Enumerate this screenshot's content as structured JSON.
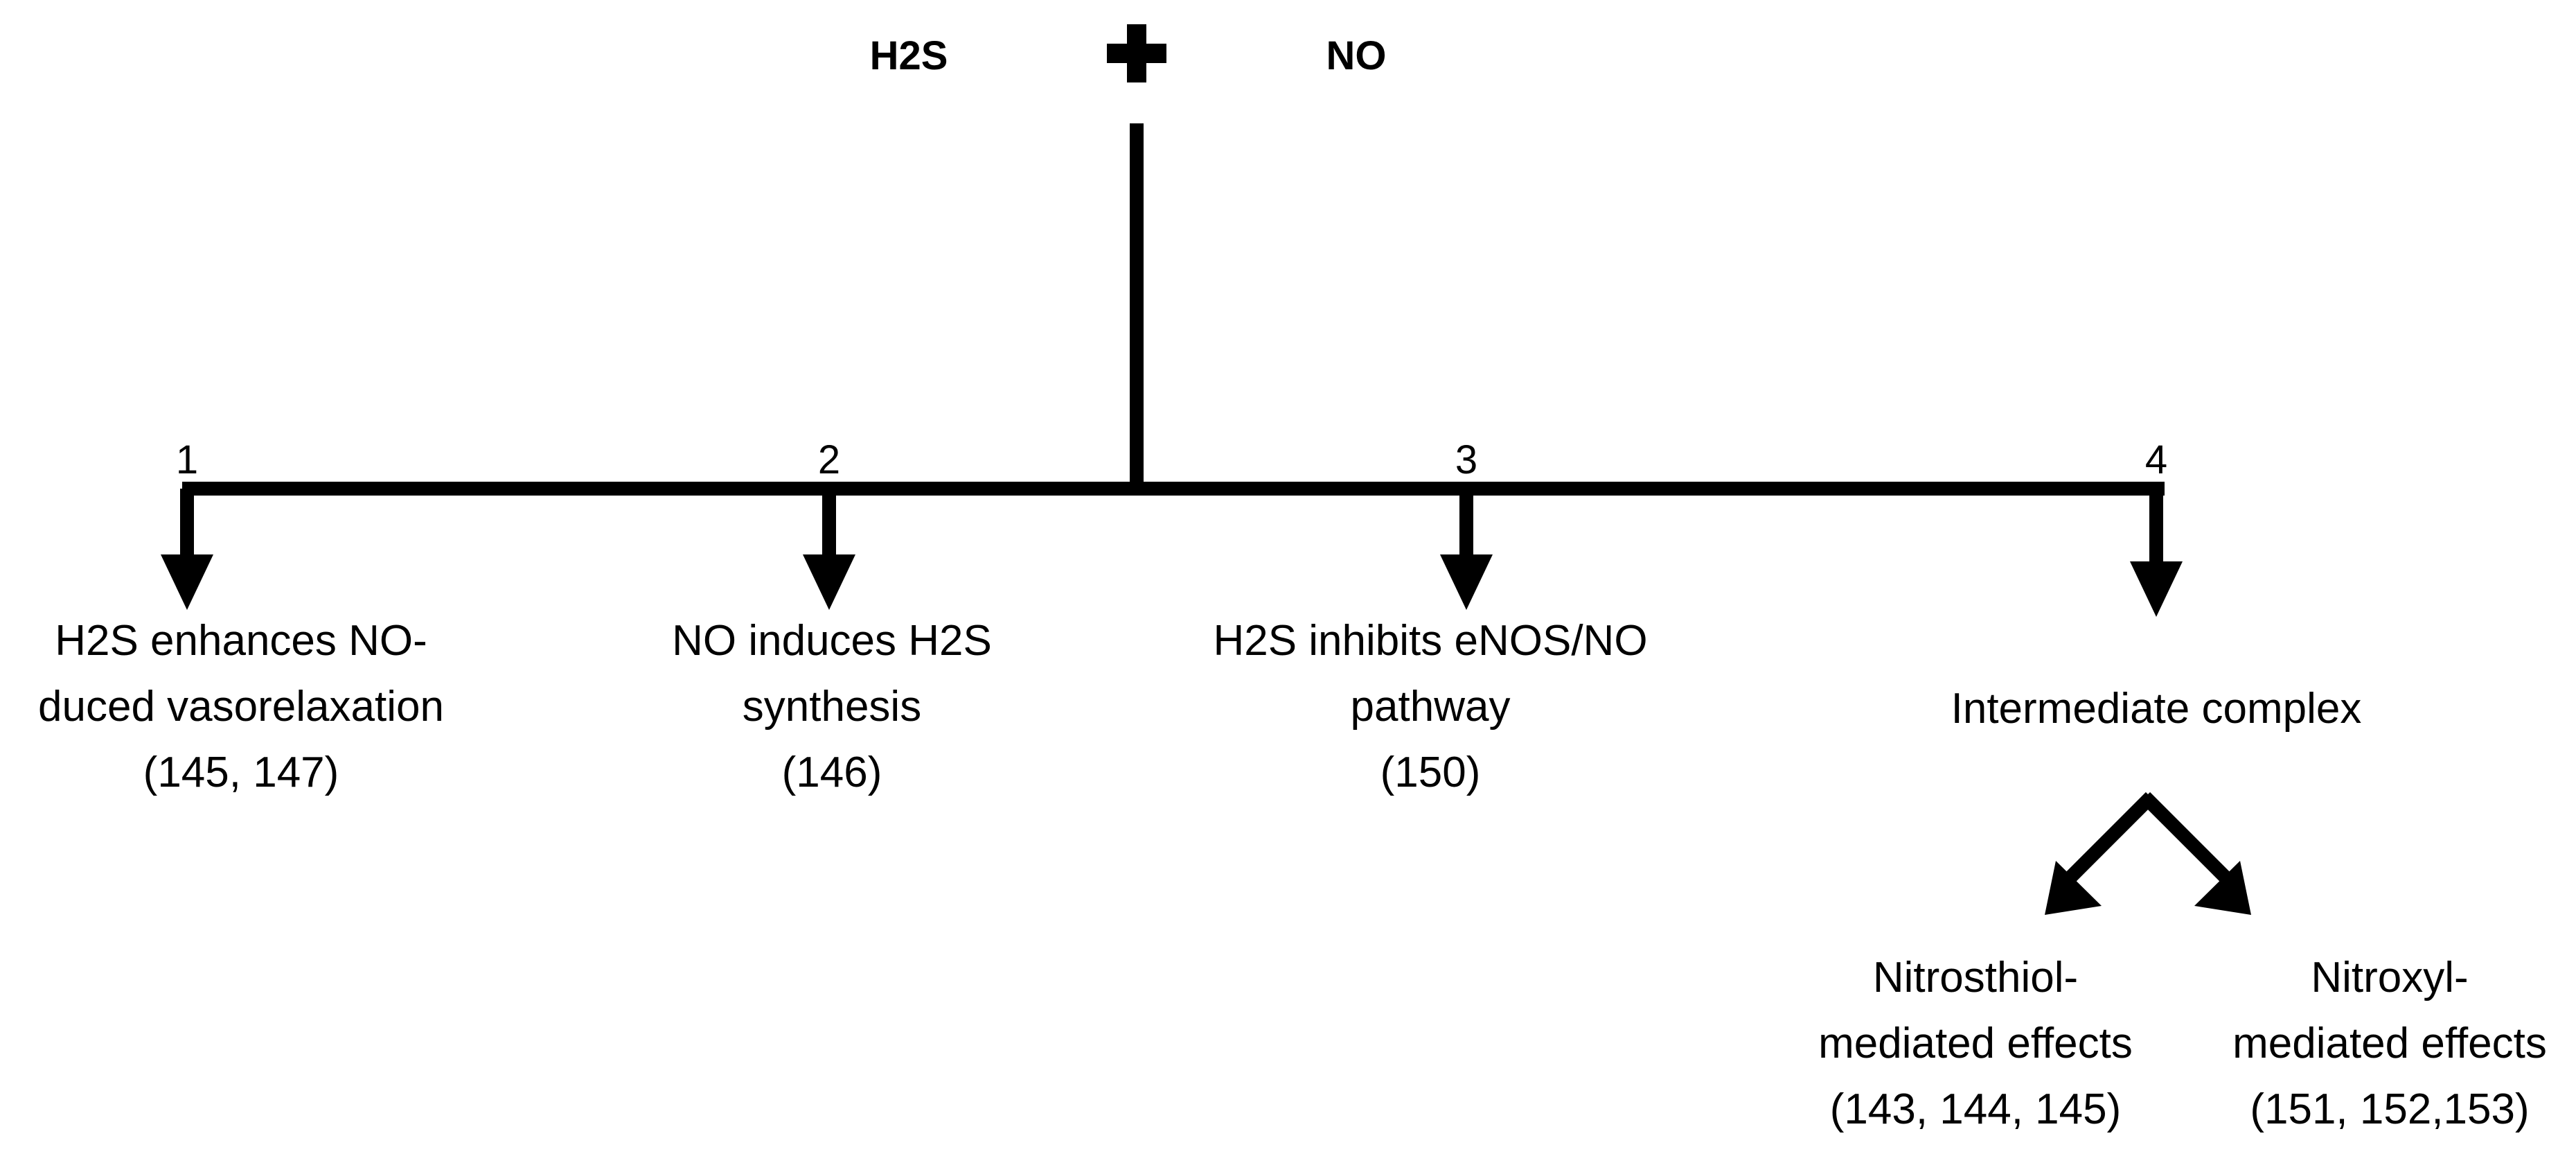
{
  "header": {
    "reactant_left": "H2S",
    "reactant_right": "NO",
    "plus_icon": "plus-icon"
  },
  "branches": [
    {
      "number": "1",
      "lines": [
        "H2S enhances NO-",
        "duced vasorelaxation",
        "(145, 147)"
      ]
    },
    {
      "number": "2",
      "lines": [
        "NO induces H2S",
        "synthesis",
        "(146)"
      ]
    },
    {
      "number": "3",
      "lines": [
        "H2S inhibits eNOS/NO",
        "pathway",
        "(150)"
      ]
    },
    {
      "number": "4",
      "lines": [
        "Intermediate complex"
      ]
    }
  ],
  "sub_branches": [
    {
      "lines": [
        "Nitrosthiol-",
        "mediated effects",
        "(143, 144, 145)"
      ]
    },
    {
      "lines": [
        "Nitroxyl-",
        "mediated effects",
        "(151, 152,153)"
      ]
    }
  ],
  "colors": {
    "line": "#000000",
    "text": "#000000",
    "background": "#ffffff"
  }
}
